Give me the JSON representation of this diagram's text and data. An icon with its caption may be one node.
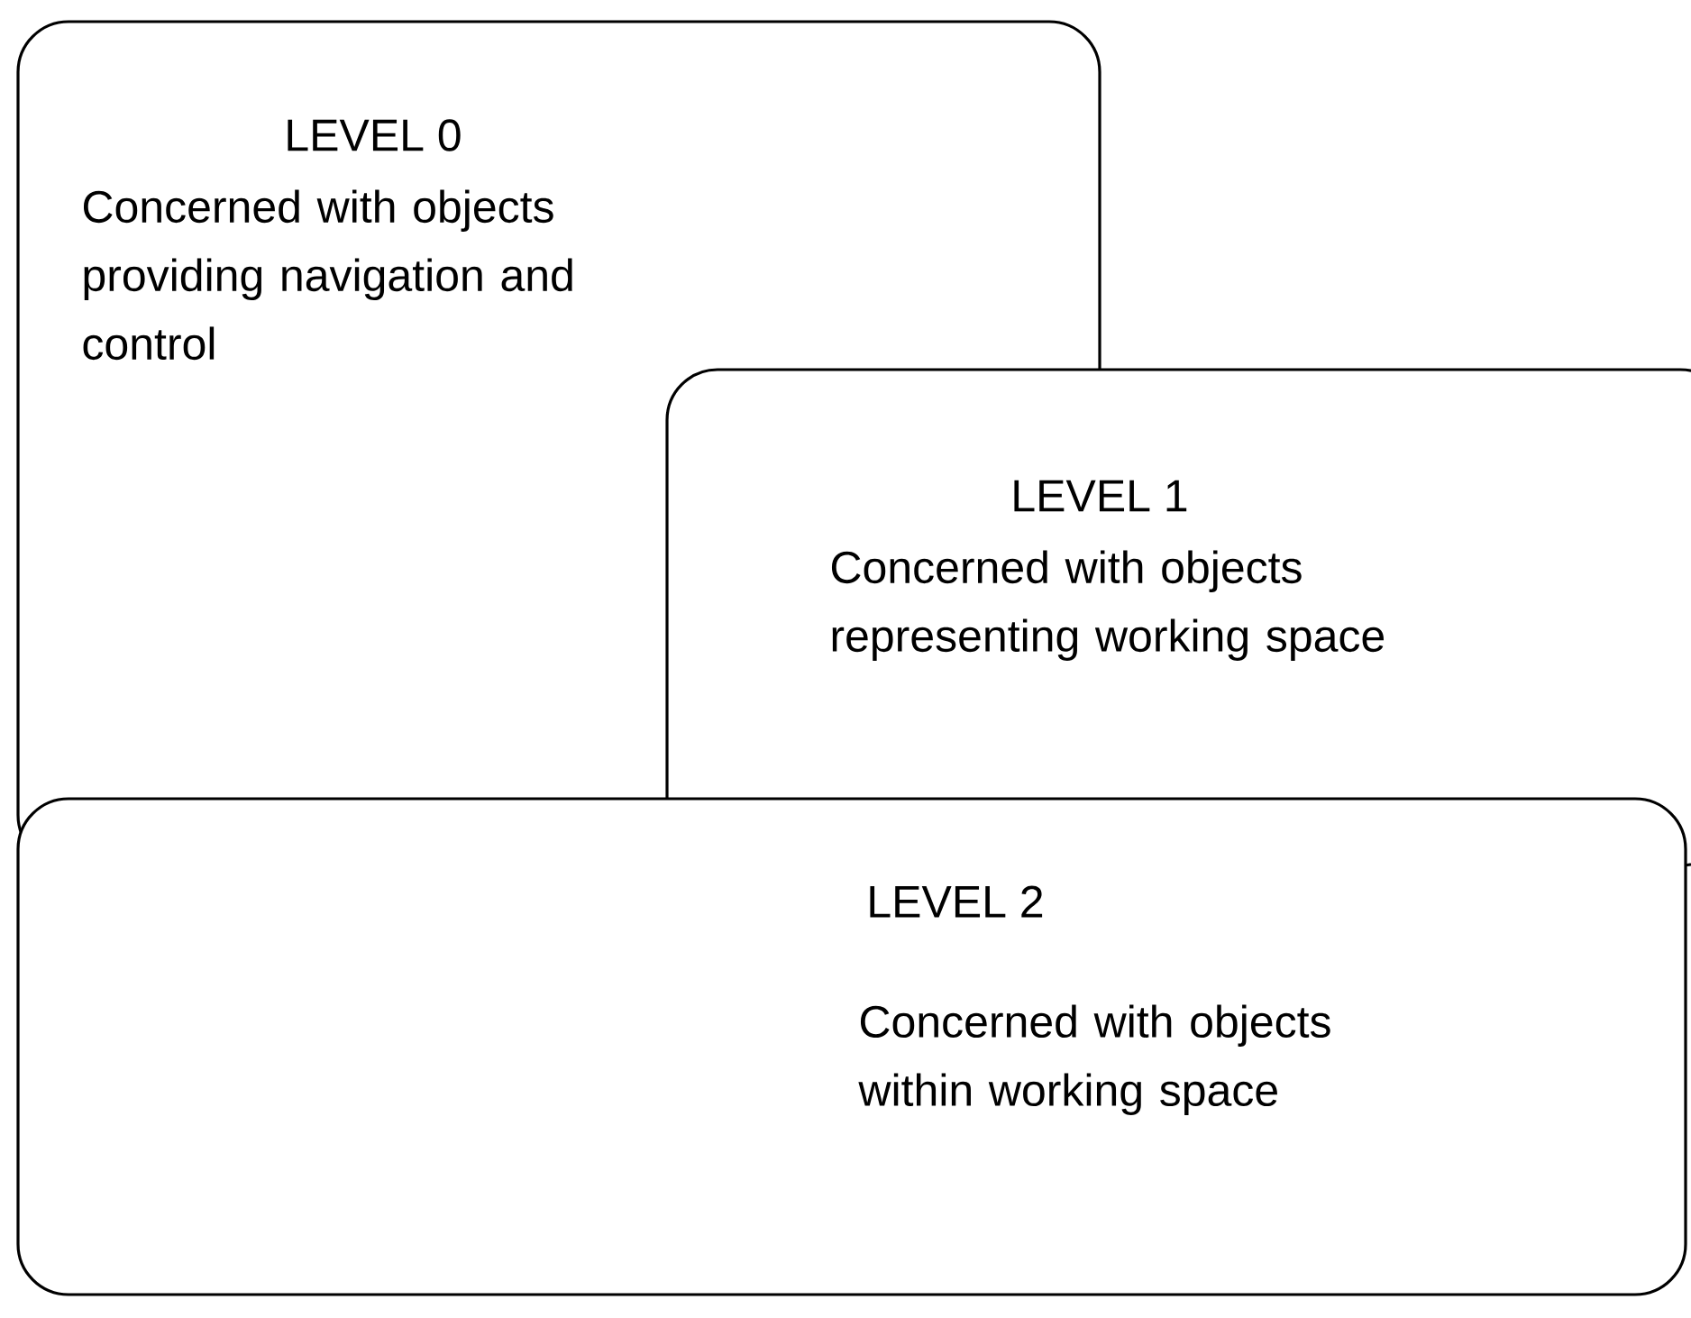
{
  "diagram": {
    "nodes": [
      {
        "text": [
          "LEVEL 0",
          "Concerned with objects providing navigation and control"
        ]
      },
      {
        "text": [
          "LEVEL 1",
          "Concerned with objects representing working space"
        ]
      },
      {
        "text": [
          "LEVEL 2",
          "Concerned with objects within working space"
        ]
      }
    ]
  }
}
